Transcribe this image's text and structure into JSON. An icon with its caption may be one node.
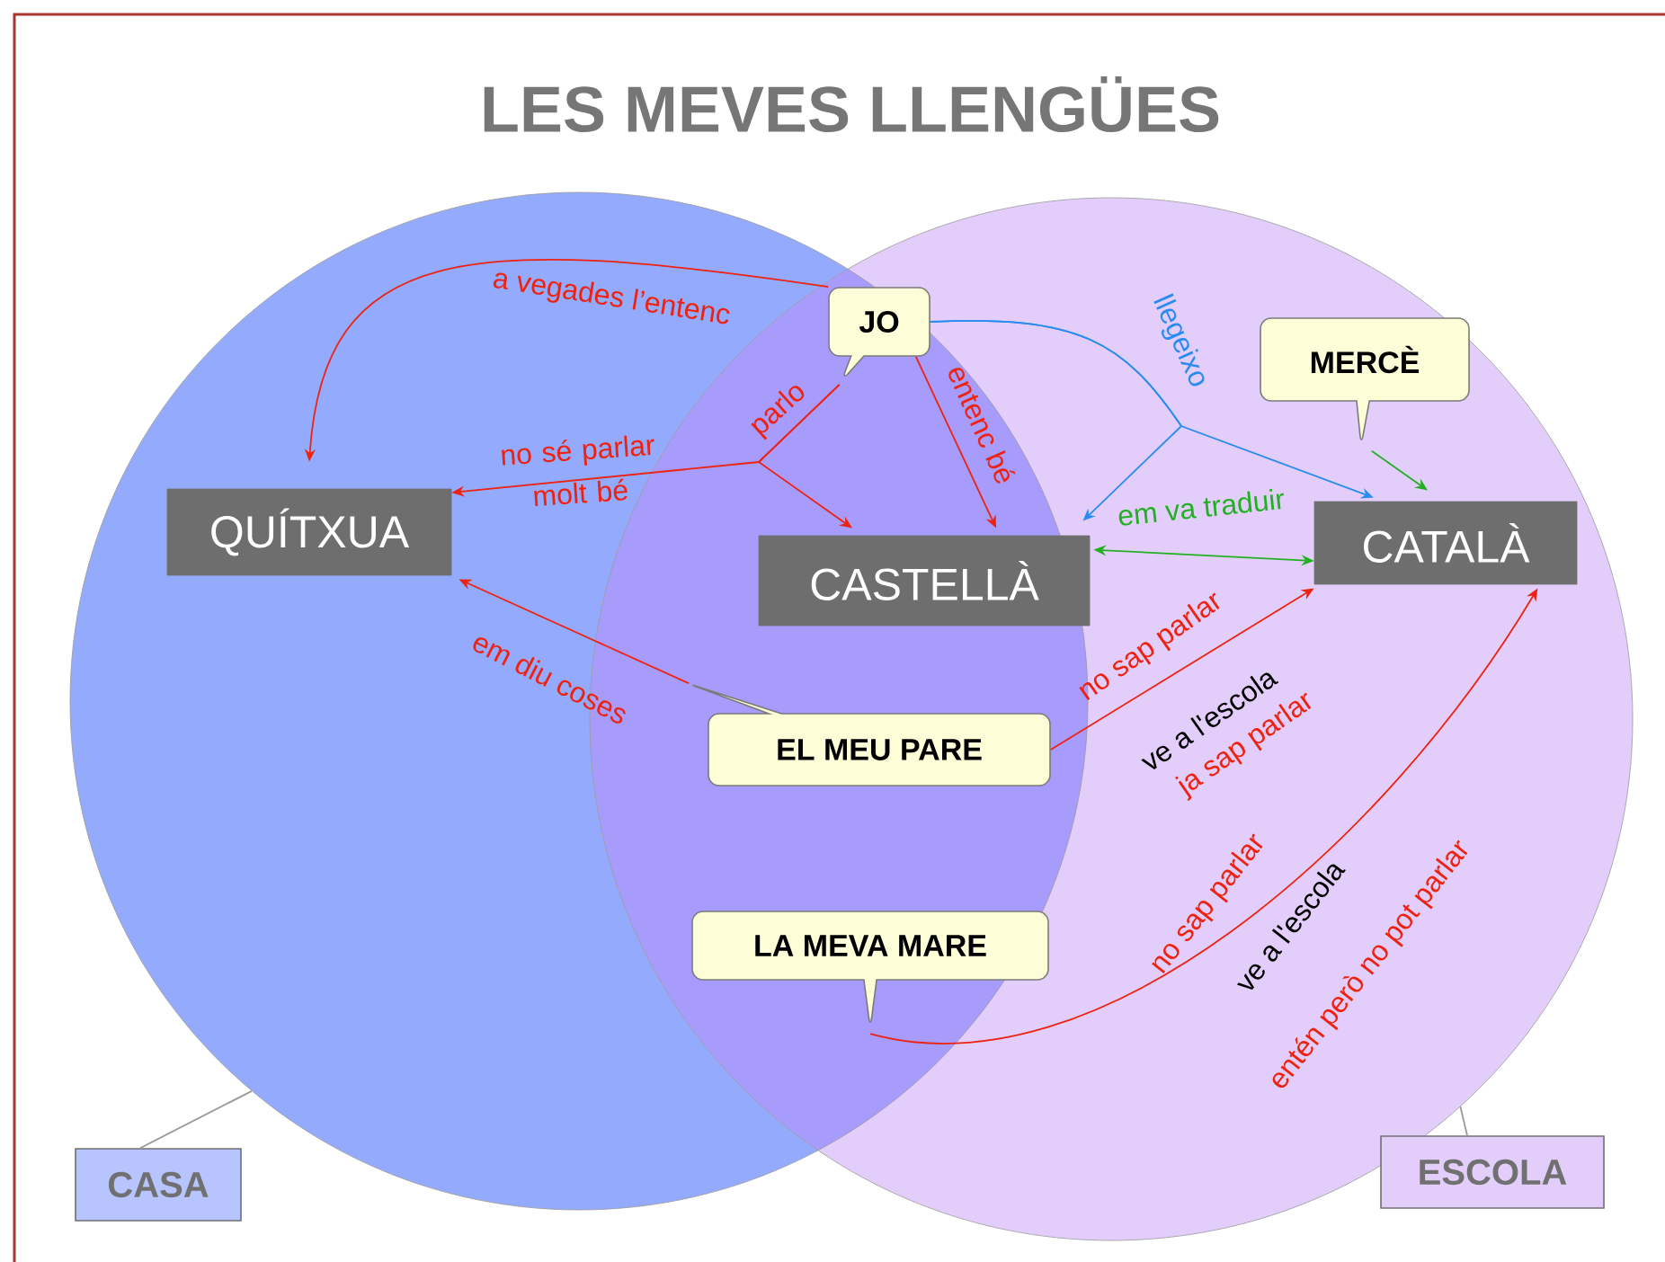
{
  "diagram": {
    "title": "LES MEVES LLENGÜES",
    "nodes": [
      {
        "text": [],
        "shape": "circle"
      },
      {
        "text": [],
        "shape": "circle"
      },
      {
        "text": [
          "JO"
        ]
      },
      {
        "text": [
          "QUÍTXUA"
        ],
        "in": 0
      },
      {
        "text": [
          "CASTELLÀ"
        ]
      },
      {
        "text": [
          "MERCÈ"
        ],
        "in": 1
      },
      {
        "text": [
          "CATALÀ"
        ],
        "in": 1
      },
      {
        "text": [
          "EL MEU PARE"
        ]
      },
      {
        "text": [
          "LA MEVA MARE"
        ]
      },
      {
        "text": [
          "CASA"
        ]
      },
      {
        "text": [
          "ESCOLA"
        ]
      }
    ],
    "edges": [
      {
        "from": 2,
        "to": 3,
        "arrow": "to",
        "label": "a vegades l’entenc"
      },
      {
        "from": 2,
        "to": 3,
        "arrow": "to",
        "label": "no sé parlar molt bé"
      },
      {
        "from": 2,
        "to": 4,
        "arrow": "to",
        "label": "parlo"
      },
      {
        "from": 2,
        "to": 4,
        "arrow": "to",
        "label": "entenc bé"
      },
      {
        "from": 2,
        "to": 6,
        "arrow": "to",
        "label": "llegeixo",
        "color": "#2a8cf0"
      },
      {
        "from": 2,
        "to": 4,
        "arrow": "to",
        "color": "#2a8cf0"
      },
      {
        "from": 5,
        "to": 6,
        "arrow": "to",
        "color": "#22b022"
      },
      {
        "from": 4,
        "to": 6,
        "arrow": "both",
        "label": "em va traduir",
        "color": "#22b022"
      },
      {
        "from": 7,
        "to": 3,
        "arrow": "to",
        "label": "em diu coses"
      },
      {
        "from": 7,
        "to": 6,
        "arrow": "to",
        "label": "no sap parlar"
      },
      {
        "from": 8,
        "to": 6,
        "arrow": "to",
        "label": "no sap parlar"
      },
      {
        "from": 9,
        "to": 0,
        "arrow": "none",
        "color": "#999999"
      },
      {
        "from": 10,
        "to": 1,
        "arrow": "none",
        "color": "#999999"
      }
    ],
    "labels": [
      "ve a l'escola",
      "ja sap parlar",
      "ve a l'escola",
      "entén però no pot parlar"
    ]
  }
}
